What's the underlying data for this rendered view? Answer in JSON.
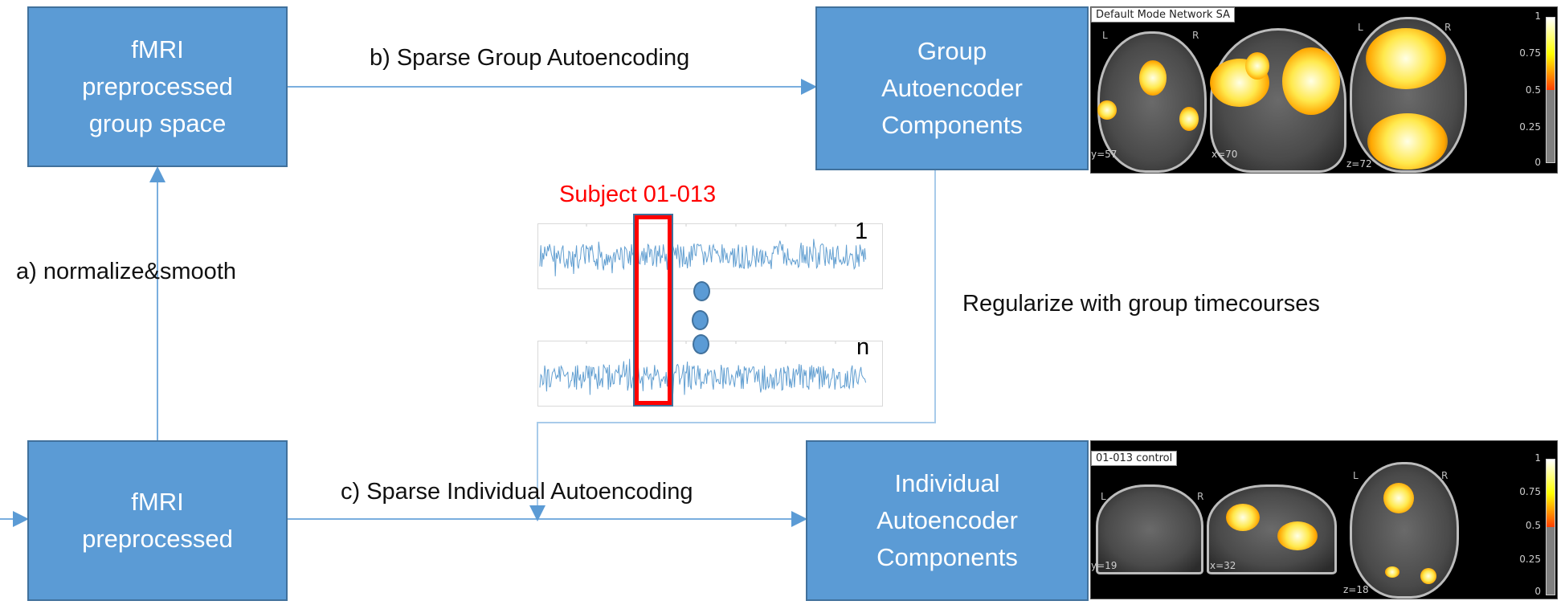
{
  "boxes": {
    "group_space": [
      "fMRI",
      "preprocessed",
      "group space"
    ],
    "group_components": [
      "Group",
      "Autoencoder",
      "Components"
    ],
    "preprocessed": [
      "fMRI",
      "preprocessed"
    ],
    "individual_components": [
      "Individual",
      "Autoencoder",
      "Components"
    ]
  },
  "labels": {
    "step_a": "a) normalize&smooth",
    "step_b": "b) Sparse Group Autoencoding",
    "step_c": "c) Sparse Individual Autoencoding",
    "regularize": "Regularize with group timecourses",
    "subject": "Subject 01-013"
  },
  "timeseries": {
    "first_label": "1",
    "last_label": "n",
    "color": "#2e7fc2",
    "highlight_color": "#ff0000"
  },
  "brain_group": {
    "title": "Default Mode Network SA",
    "coords": [
      "y=57",
      "x=70",
      "z=72"
    ],
    "orientation": [
      "L",
      "R"
    ],
    "colorbar_ticks": [
      "1",
      "0.75",
      "0.5",
      "0.25",
      "0"
    ],
    "threshold": 0.5
  },
  "brain_individual": {
    "title": "01-013 control",
    "coords": [
      "y=19",
      "x=32",
      "z=18"
    ],
    "orientation": [
      "L",
      "R"
    ],
    "colorbar_ticks": [
      "1",
      "0.75",
      "0.5",
      "0.25",
      "0"
    ],
    "threshold": 0.5
  },
  "colors": {
    "box_fill": "#5b9bd5",
    "box_border": "#41719c",
    "connector": "#7aaede",
    "subject_label": "#ff0000"
  }
}
